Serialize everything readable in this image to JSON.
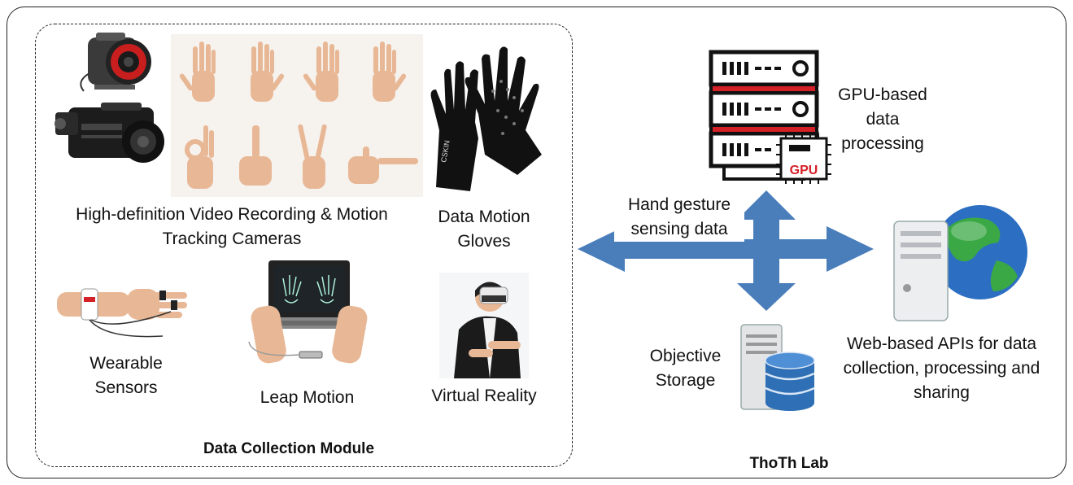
{
  "labels": {
    "video_cameras_line1": "High-definition Video Recording & Motion",
    "video_cameras_line2": "Tracking Cameras",
    "gloves_line1": "Data Motion",
    "gloves_line2": "Gloves",
    "wearable_line1": "Wearable",
    "wearable_line2": "Sensors",
    "leap_motion": "Leap Motion",
    "virtual_reality": "Virtual Reality",
    "module_title": "Data Collection Module",
    "lab_title": "ThoTh Lab",
    "sensing_line1": "Hand gesture",
    "sensing_line2": "sensing data",
    "gpu_line1": "GPU-based",
    "gpu_line2": "data",
    "gpu_line3": "processing",
    "storage_line1": "Objective",
    "storage_line2": "Storage",
    "web_line1": "Web-based APIs for data",
    "web_line2": "collection, processing and",
    "web_line3": "sharing",
    "gpu_chip_text": "GPU"
  },
  "icons": {
    "motion_camera": "motion-tracking-camera-icon",
    "video_camera": "video-camera-icon",
    "hand_poses": "hand-gestures-icon",
    "gloves": "motion-glove-icon",
    "wearable": "wearable-sensor-icon",
    "leap": "leap-motion-laptop-icon",
    "vr": "vr-headset-person-icon",
    "server": "gpu-server-icon",
    "storage": "database-server-icon",
    "web": "web-server-globe-icon",
    "arrow": "four-way-arrow-icon"
  },
  "colors": {
    "arrow": "#4a7ebb",
    "server_red": "#d42027",
    "globe_blue": "#2c6fc2",
    "globe_green": "#3aa845",
    "db_blue": "#2f6fb6",
    "skin": "#e8b896"
  }
}
